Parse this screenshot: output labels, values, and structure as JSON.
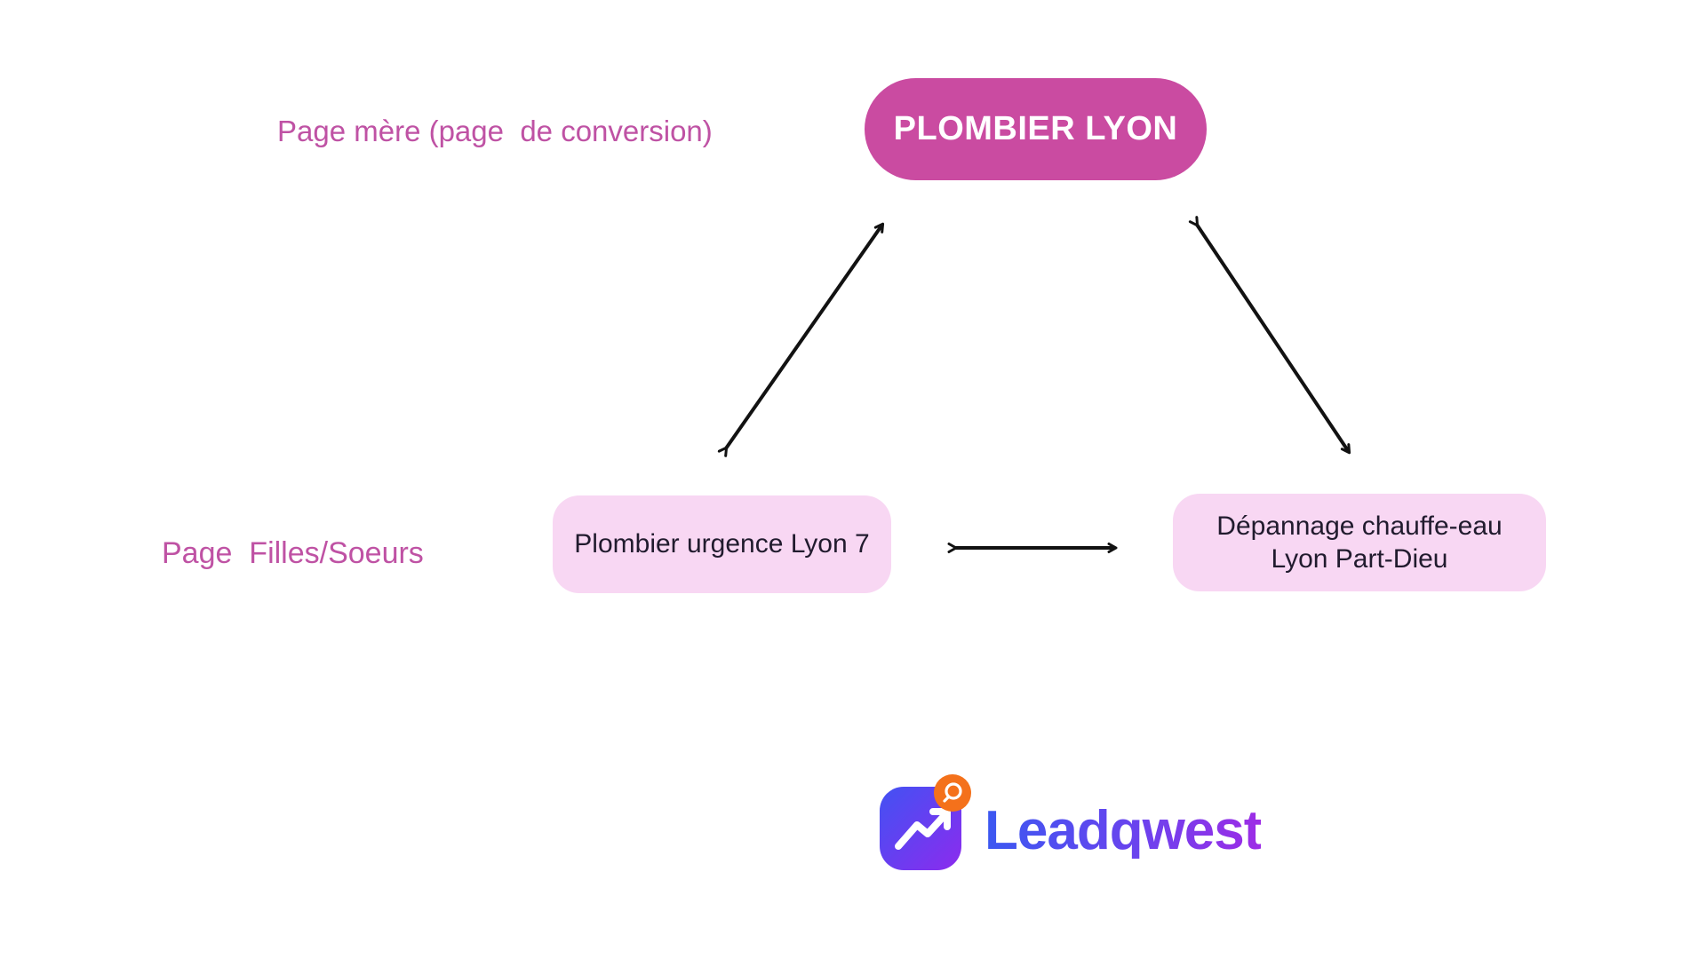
{
  "diagram": {
    "side_labels": {
      "mother": "Page mère (page  de conversion)",
      "children": "Page  Filles/Soeurs"
    },
    "nodes": {
      "mother": {
        "label": "PLOMBIER LYON"
      },
      "child_left": {
        "label": "Plombier urgence Lyon 7"
      },
      "child_right": {
        "label": "Dépannage chauffe-eau Lyon Part-Dieu"
      }
    },
    "connections": [
      {
        "from": "mother",
        "to": "child_left",
        "style": "double-arrow"
      },
      {
        "from": "mother",
        "to": "child_right",
        "style": "double-arrow"
      },
      {
        "from": "child_left",
        "to": "child_right",
        "style": "double-arrow"
      }
    ],
    "colors": {
      "background": "#ffffff",
      "mother_node_bg": "#ca4ba1",
      "mother_node_text": "#ffffff",
      "child_node_bg": "#f8d7f3",
      "child_node_text": "#211b2e",
      "side_label_text": "#bf52a4",
      "arrow": "#121212"
    }
  },
  "logo": {
    "wordmark": "Leadqwest",
    "icons": [
      "trending-up-chart-icon",
      "magnifier-badge-icon"
    ],
    "colors": {
      "icon_gradient_start": "#4252f3",
      "icon_gradient_end": "#8c2bee",
      "badge_bg": "#f4711b",
      "magnifier": "#ffffff",
      "wordmark_gradient_start": "#3b58f1",
      "wordmark_gradient_end": "#9d2ce6"
    }
  }
}
